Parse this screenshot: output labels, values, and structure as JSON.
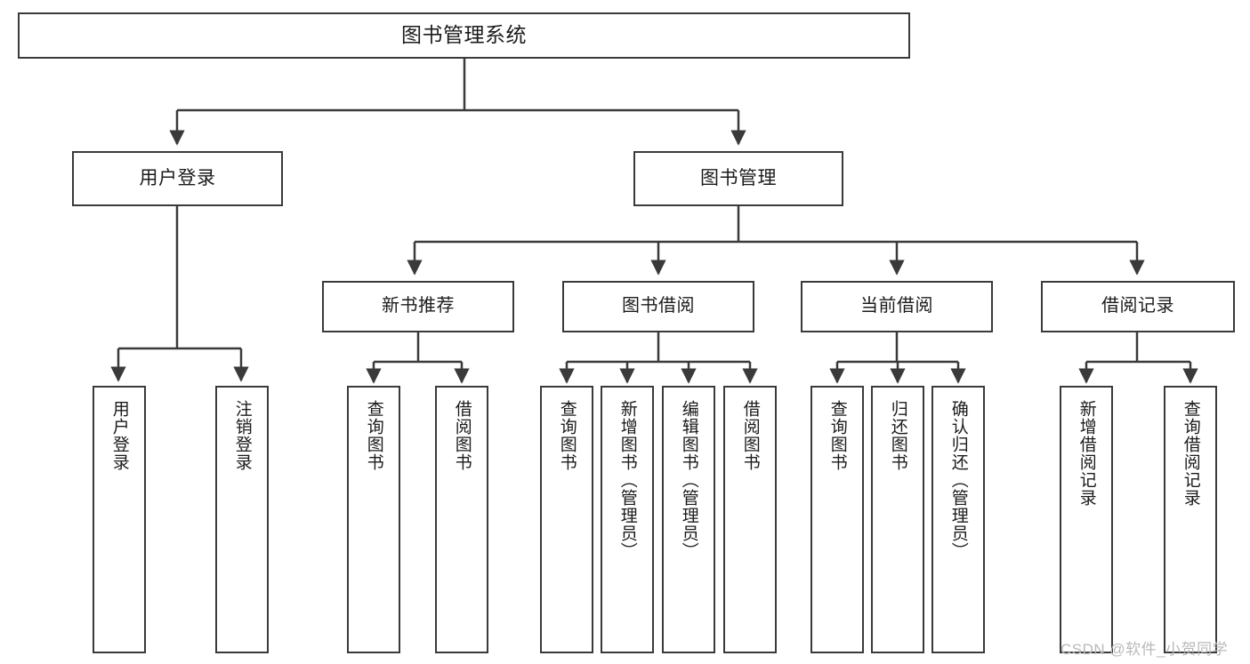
{
  "diagram": {
    "title": "图书管理系统",
    "type": "功能结构图",
    "watermark": "CSDN @软件_小贺同学",
    "colors": {
      "box_border": "#3a3a3a",
      "box_fill": "#ffffff",
      "connector": "#3a3a3a",
      "text": "#1b1b1b",
      "watermark": "#b9b9b9",
      "background": "#ffffff"
    },
    "root": {
      "label": "图书管理系统"
    },
    "level1": [
      {
        "label": "用户登录"
      },
      {
        "label": "图书管理"
      }
    ],
    "level2": [
      {
        "label": "新书推荐"
      },
      {
        "label": "图书借阅"
      },
      {
        "label": "当前借阅"
      },
      {
        "label": "借阅记录"
      }
    ],
    "leaves": {
      "user_login": [
        {
          "label": "用户登录"
        },
        {
          "label": "注销登录"
        }
      ],
      "new_book_recommend": [
        {
          "label": "查询图书"
        },
        {
          "label": "借阅图书"
        }
      ],
      "book_borrow": [
        {
          "label": "查询图书"
        },
        {
          "label": "新增图书（管理员）"
        },
        {
          "label": "编辑图书（管理员）"
        },
        {
          "label": "借阅图书"
        }
      ],
      "current_borrow": [
        {
          "label": "查询图书"
        },
        {
          "label": "归还图书"
        },
        {
          "label": "确认归还（管理员）"
        }
      ],
      "borrow_record": [
        {
          "label": "新增借阅记录"
        },
        {
          "label": "查询借阅记录"
        }
      ]
    }
  }
}
